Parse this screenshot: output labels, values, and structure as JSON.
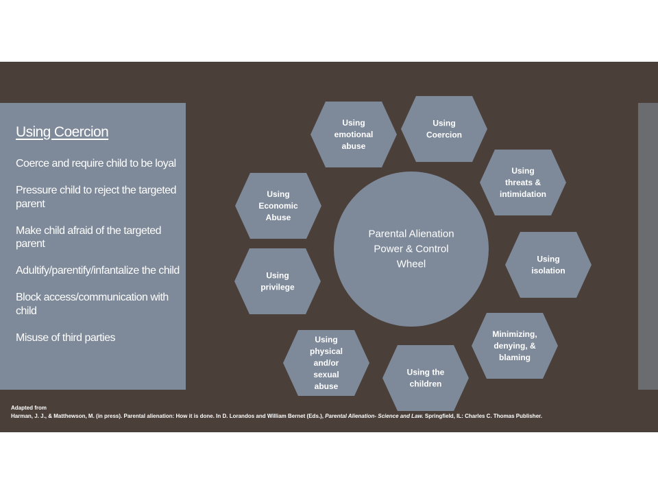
{
  "side_panel": {
    "title": "Using Coercion",
    "items": [
      "Coerce and require child to be loyal",
      "Pressure child to reject the targeted parent",
      "Make child afraid of the targeted parent",
      "Adultify/parentify/infantalize the child",
      "Block access/communication with child",
      "Misuse of third parties"
    ]
  },
  "wheel": {
    "center_label": [
      "Parental Alienation",
      "Power & Control",
      "Wheel"
    ],
    "hexagons": [
      {
        "label": [
          "Using",
          "emotional",
          "abuse"
        ]
      },
      {
        "label": [
          "Using",
          "Coercion"
        ]
      },
      {
        "label": [
          "Using",
          "threats &",
          "intimidation"
        ]
      },
      {
        "label": [
          "Using",
          "isolation"
        ]
      },
      {
        "label": [
          "Minimizing,",
          "denying, &",
          "blaming"
        ]
      },
      {
        "label": [
          "Using the",
          "children"
        ]
      },
      {
        "label": [
          "Using",
          "physical",
          "and/or",
          "sexual",
          "abuse"
        ]
      },
      {
        "label": [
          "Using",
          "privilege"
        ]
      },
      {
        "label": [
          "Using",
          "Economic",
          "Abuse"
        ]
      }
    ]
  },
  "citation": {
    "line1": "Adapted from",
    "line2_prefix": "Harman, J. J., & Matthewson,  M. (in press). Parental alienation: How it is done. In D. Lorandos and William Bernet (Eds.), ",
    "line2_title": "Parental Alienation- Science and Law.",
    "line2_suffix": " Springfield, IL: Charles C. Thomas Publisher."
  },
  "colors": {
    "background": "#4a3f39",
    "panel": "#7e8999",
    "hexagon": "#7e8999",
    "text": "#ffffff"
  }
}
